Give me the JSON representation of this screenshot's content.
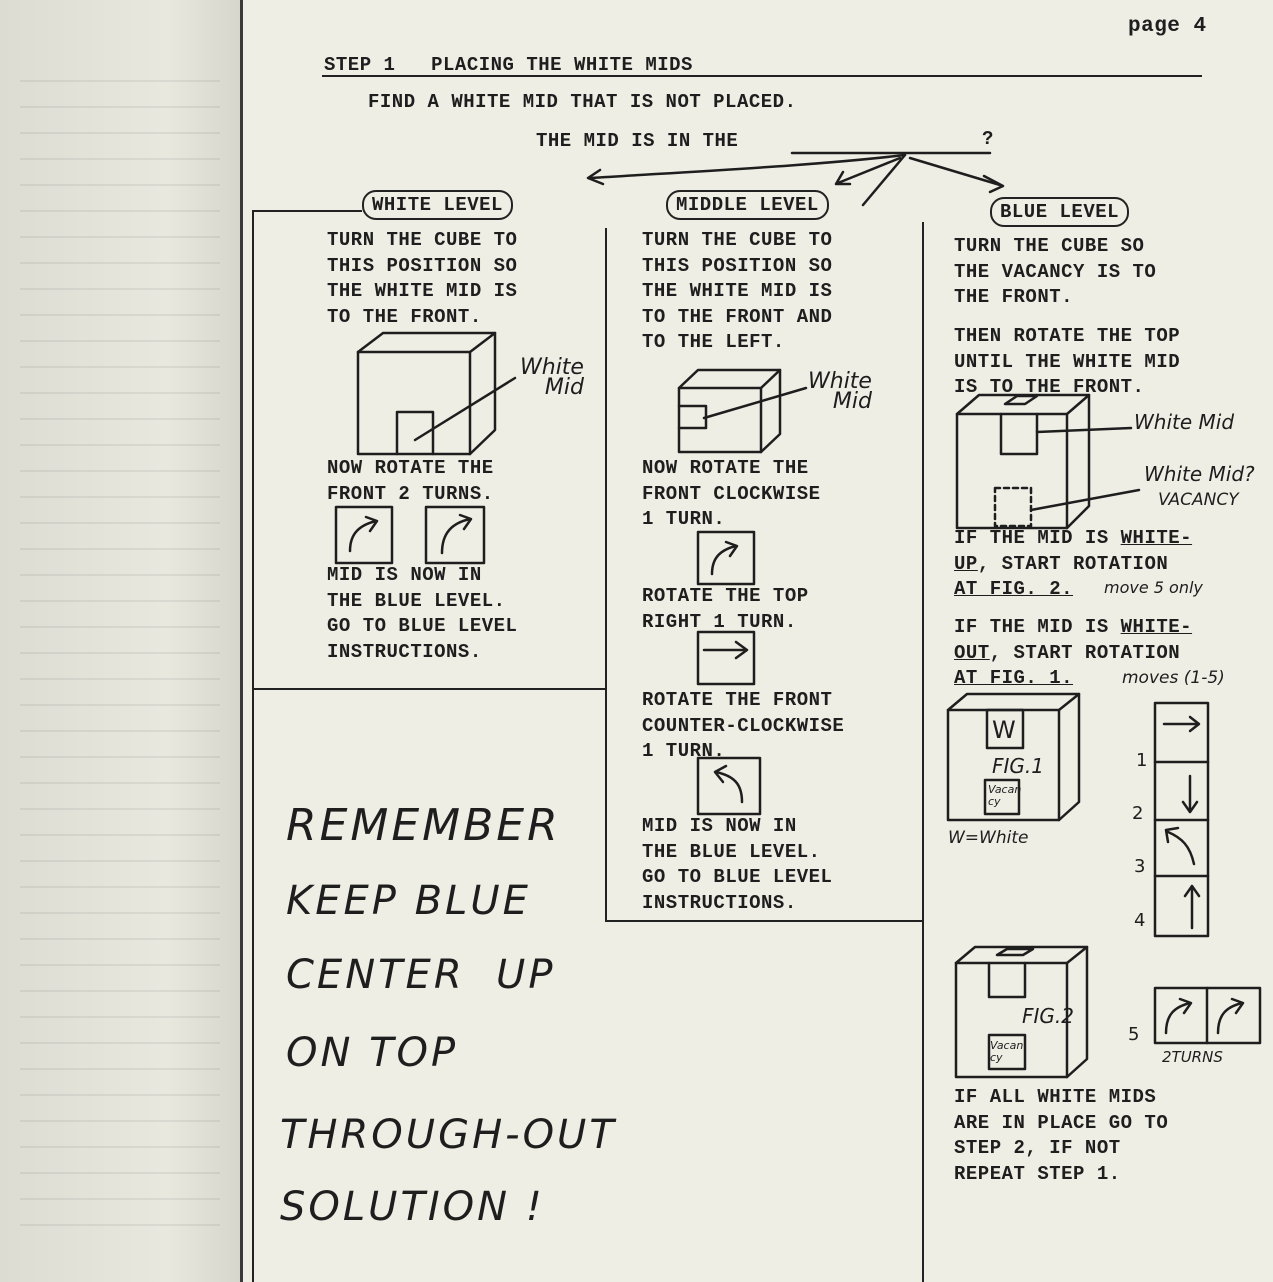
{
  "page_number": "page 4",
  "step_title": "STEP 1   PLACING THE WHITE MIDS",
  "intro_line1": "FIND A WHITE MID THAT IS NOT PLACED.",
  "intro_line2": "THE MID IS IN THE",
  "question_mark": "?",
  "columns": {
    "white": {
      "header": "WHITE LEVEL",
      "instr1": "TURN THE CUBE TO\nTHIS POSITION SO\nTHE WHITE MID IS\nTO THE FRONT.",
      "label": "White\nMid",
      "instr2": "NOW ROTATE THE\nFRONT 2 TURNS.",
      "instr3": "MID IS NOW IN\nTHE BLUE LEVEL.\nGO TO BLUE LEVEL\nINSTRUCTIONS."
    },
    "middle": {
      "header": "MIDDLE LEVEL",
      "instr1": "TURN THE CUBE TO\nTHIS POSITION SO\nTHE WHITE MID IS\nTO THE FRONT AND\nTO THE LEFT.",
      "label": "White\nMid",
      "instr2": "NOW ROTATE THE\nFRONT CLOCKWISE\n1 TURN.",
      "instr3": "ROTATE THE TOP\nRIGHT 1 TURN.",
      "instr4": "ROTATE THE FRONT\nCOUNTER-CLOCKWISE\n1 TURN.",
      "instr5": "MID IS NOW IN\nTHE BLUE LEVEL.\nGO TO BLUE LEVEL\nINSTRUCTIONS."
    },
    "blue": {
      "header": "BLUE LEVEL",
      "instr1": "TURN THE CUBE SO\nTHE VACANCY IS TO\nTHE FRONT.",
      "instr2": "THEN ROTATE THE TOP\nUNTIL THE WHITE MID\nIS TO THE FRONT.",
      "label_white_mid": "White Mid",
      "label_white_mid2": "White Mid?",
      "label_vacancy": "VACANCY",
      "cond1_a": "IF THE MID IS ",
      "cond1_u": "WHITE-",
      "cond1_b": "UP",
      "cond1_c": ", START ROTATION",
      "cond1_d": "AT FIG. 2.",
      "note_move5": "move 5 only",
      "cond2_a": "IF THE MID IS ",
      "cond2_u": "WHITE-",
      "cond2_b": "OUT",
      "cond2_c": ", START ROTATION",
      "cond2_d": "AT FIG. 1.",
      "note_moves": "moves (1-5)",
      "fig1_w": "W",
      "fig1_label": "FIG.1",
      "fig1_vacancy": "Vacan\ncy",
      "fig1_legend": "W=White",
      "fig2_label": "FIG.2",
      "fig2_vacancy": "Vacan\ncy",
      "move_numbers": [
        "1",
        "2",
        "3",
        "4",
        "5"
      ],
      "two_turns": "2TURNS",
      "final": "IF ALL WHITE MIDS\nARE IN PLACE GO TO\nSTEP 2, IF NOT\nREPEAT STEP 1."
    }
  },
  "remember": [
    "REMEMBER",
    "KEEP BLUE",
    "CENTER  UP",
    "ON TOP",
    "THROUGH-OUT",
    "SOLUTION !"
  ]
}
